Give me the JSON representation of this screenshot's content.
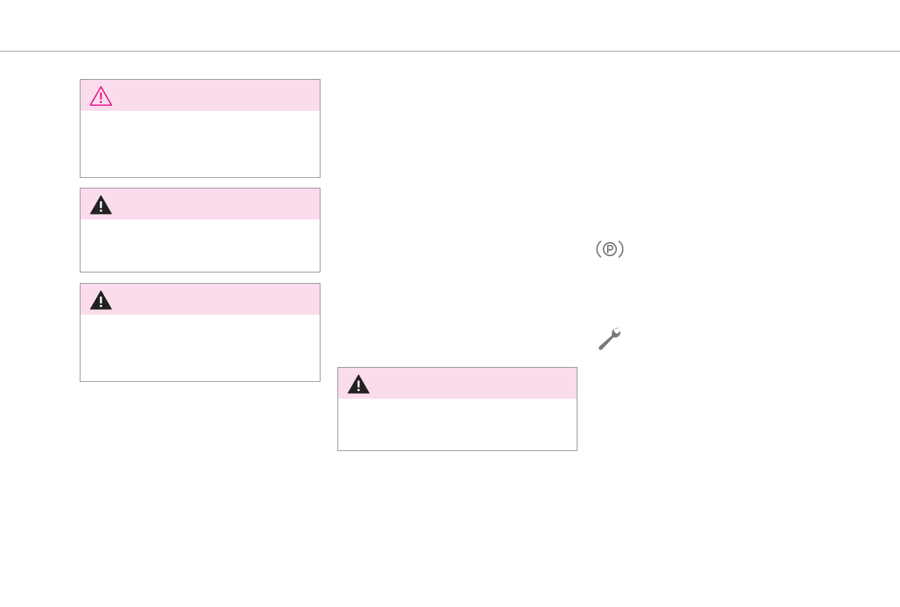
{
  "page": {
    "notices": [
      {
        "kind": "caution",
        "icon": "warning-outline-icon",
        "icon_color": "#e0198c",
        "header_color": "#fadcec",
        "text": ""
      },
      {
        "kind": "warning",
        "icon": "warning-filled-icon",
        "icon_color": "#222222",
        "header_color": "#fadcec",
        "text": ""
      },
      {
        "kind": "warning",
        "icon": "warning-filled-icon",
        "icon_color": "#222222",
        "header_color": "#fadcec",
        "text": ""
      },
      {
        "kind": "warning",
        "icon": "warning-filled-icon",
        "icon_color": "#222222",
        "header_color": "#fadcec",
        "text": ""
      }
    ],
    "side_icons": [
      {
        "icon": "parking-brake-icon",
        "color": "#7a7a7a"
      },
      {
        "icon": "wrench-icon",
        "color": "#7a7a7a"
      }
    ]
  }
}
